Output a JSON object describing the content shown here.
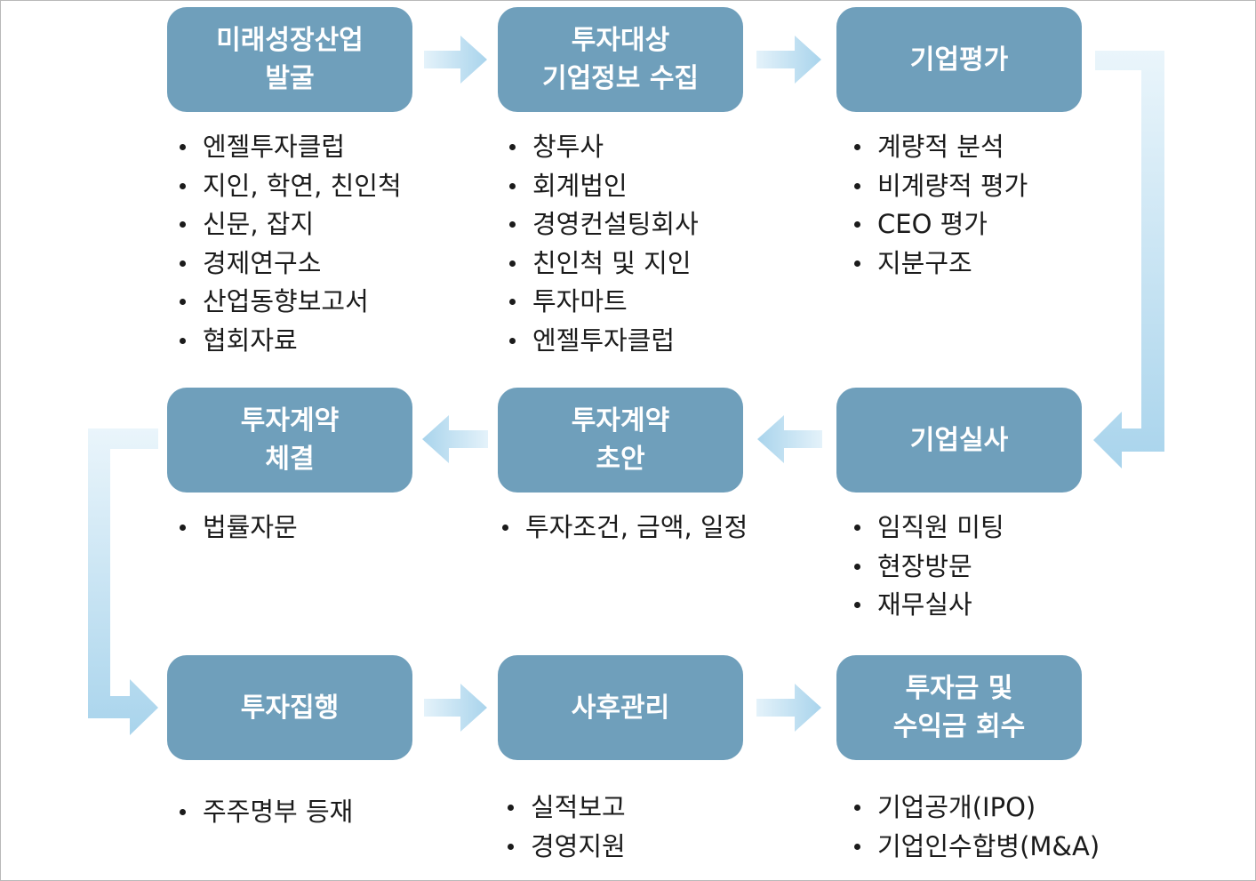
{
  "colors": {
    "box_fill": "#6f9fbb",
    "box_text": "#ffffff",
    "arrow_fill": "#b8dcef",
    "list_text": "#1b1b1b"
  },
  "steps": [
    {
      "title": [
        "미래성장산업",
        "발굴"
      ],
      "items": [
        "엔젤투자클럽",
        "지인, 학연, 친인척",
        "신문, 잡지",
        "경제연구소",
        "산업동향보고서",
        "협회자료"
      ]
    },
    {
      "title": [
        "투자대상",
        "기업정보 수집"
      ],
      "items": [
        "창투사",
        "회계법인",
        "경영컨설팅회사",
        "친인척 및 지인",
        "투자마트",
        "엔젤투자클럽"
      ]
    },
    {
      "title": [
        "기업평가"
      ],
      "items": [
        "계량적 분석",
        "비계량적 평가",
        "CEO 평가",
        "지분구조"
      ]
    },
    {
      "title": [
        "기업실사"
      ],
      "items": [
        "임직원 미팅",
        "현장방문",
        "재무실사"
      ]
    },
    {
      "title": [
        "투자계약",
        "초안"
      ],
      "items": [
        "투자조건, 금액, 일정"
      ]
    },
    {
      "title": [
        "투자계약",
        "체결"
      ],
      "items": [
        "법률자문"
      ]
    },
    {
      "title": [
        "투자집행"
      ],
      "items": [
        "주주명부 등재"
      ]
    },
    {
      "title": [
        "사후관리"
      ],
      "items": [
        "실적보고",
        "경영지원"
      ]
    },
    {
      "title": [
        "투자금 및",
        "수익금 회수"
      ],
      "items": [
        "기업공개(IPO)",
        "기업인수합병(M&A)"
      ]
    }
  ]
}
